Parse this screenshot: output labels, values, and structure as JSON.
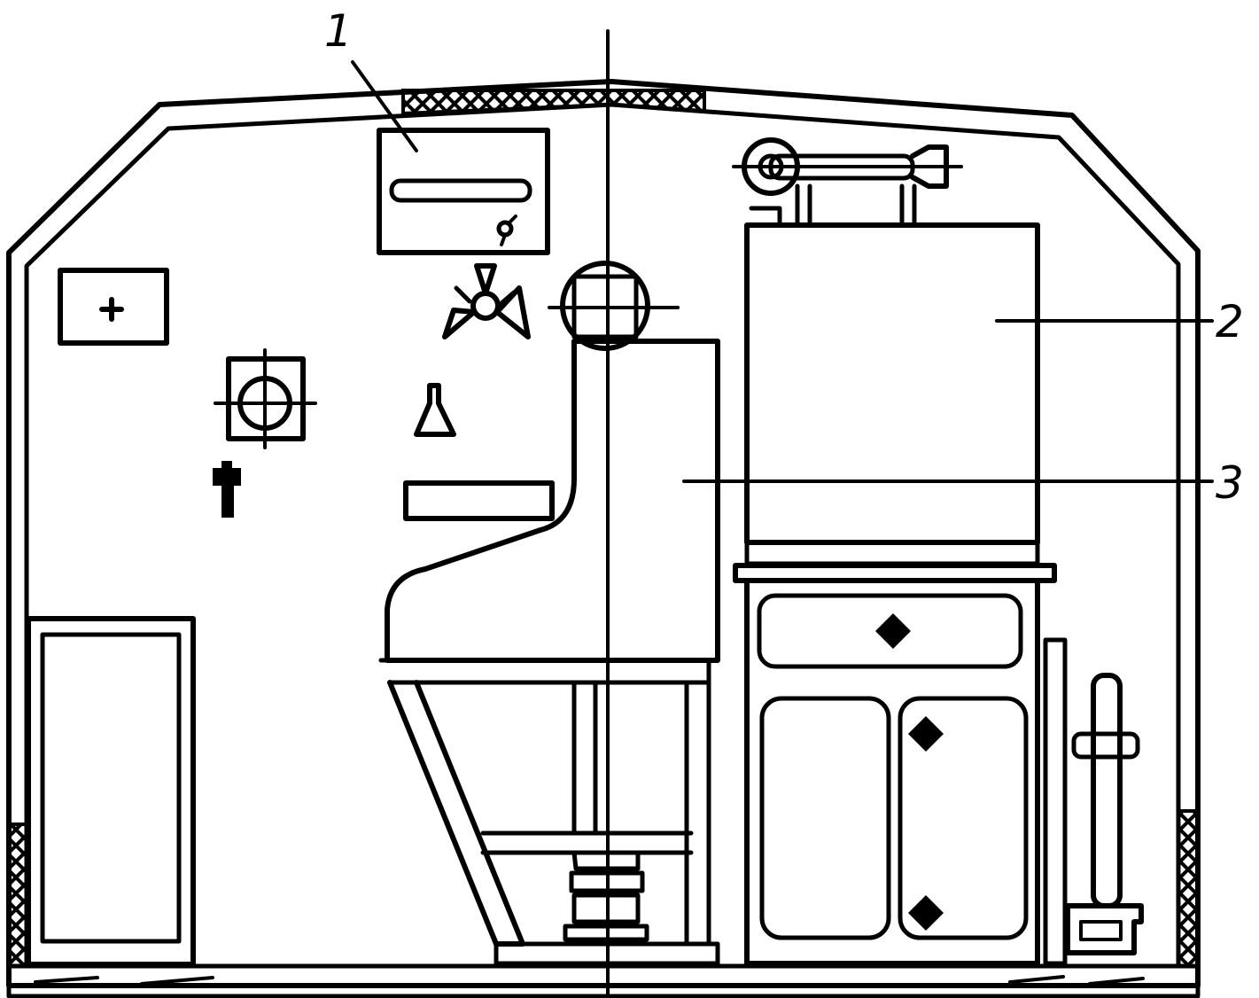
{
  "callouts": [
    {
      "id": "1",
      "text": "1"
    },
    {
      "id": "2",
      "text": "2"
    },
    {
      "id": "3",
      "text": "3"
    }
  ],
  "colors": {
    "ink": "#000000",
    "paper": "#ffffff"
  }
}
